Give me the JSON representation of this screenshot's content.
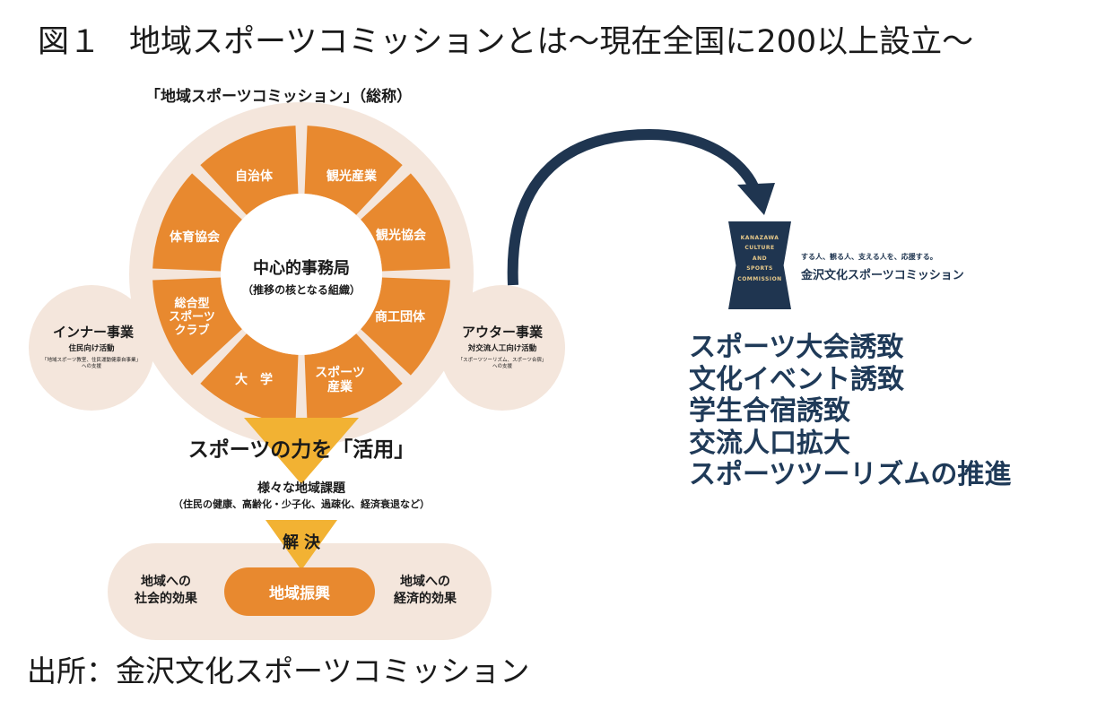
{
  "figure": {
    "number": "図１",
    "title": "地域スポーツコミッションとは～現在全国に200以上設立～"
  },
  "diagram": {
    "subtitle": "「地域スポーツコミッション」（総称）",
    "segments": [
      "自治体",
      "観光産業",
      "観光協会",
      "商工団体",
      "スポーツ\n産業",
      "大　学",
      "総合型\nスポーツ\nクラブ",
      "体育協会"
    ],
    "center": {
      "main": "中心的事務局",
      "sub": "（推移の核となる組織）"
    },
    "inner": {
      "title": "インナー事業",
      "sub": "住民向け活動",
      "detail": "「地域スポーツ教室、住民運動健康自事業」\nへの支援"
    },
    "outer": {
      "title": "アウター事業",
      "sub": "対交流人工向け活動",
      "detail": "「スポーツツーリズム、スポーツ合宿」\nへの支援"
    },
    "katsuyo": "スポーツの力を「活用」",
    "kadai": "様々な地域課題",
    "kadai_sub": "（住民の健康、高齢化・少子化、過疎化、経済衰退など）",
    "kaiketsu": "解決",
    "effect_social": "地域への\n社会的効果",
    "effect_economic": "地域への\n経済的効果",
    "shinko": "地域振興"
  },
  "logo": {
    "box_text": "KANAZAWA\nCULTURE\nAND\nSPORTS\nCOMMISSION",
    "tagline": "する人、観る人、支える人を、応援する。",
    "name": "金沢文化スポーツコミッション"
  },
  "outcomes": [
    "スポーツ大会誘致",
    "文化イベント誘致",
    "学生合宿誘致",
    "交流人口拡大",
    "スポーツツーリズムの推進"
  ],
  "source": "出所：金沢文化スポーツコミッション",
  "colors": {
    "orange": "#e8892f",
    "beige": "#f4e6dc",
    "triangle": "#f2b233",
    "navy": "#1f3550",
    "bullet_text": "#1f3a58"
  }
}
